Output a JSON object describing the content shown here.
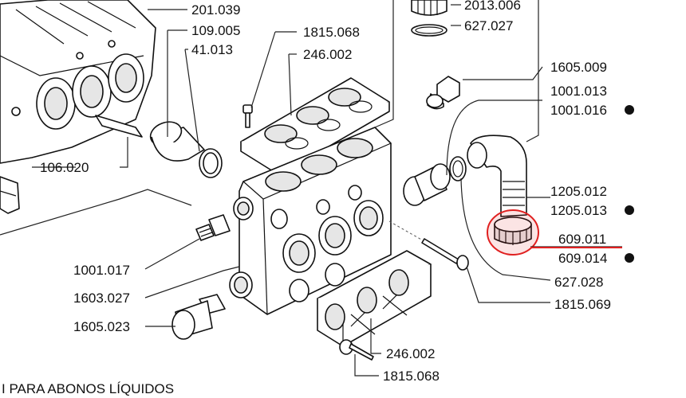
{
  "caption": "I PARA ABONOS LÍQUIDOS",
  "highlight_color": "#e02020",
  "labels": {
    "l201039": "201.039",
    "l109005": "109.005",
    "l41013": "41.013",
    "l1815068a": "1815.068",
    "l246002a": "246.002",
    "l2013006": "2013.006",
    "l627027": "627.027",
    "l1605009": "1605.009",
    "l1001013": "1001.013",
    "l1001016": "1001.016",
    "l106020": "106.020",
    "l1205012": "1205.012",
    "l1205013": "1205.013",
    "l609011": "609.011",
    "l609014": "609.014",
    "l1001017": "1001.017",
    "l627028": "627.028",
    "l1603027": "1603.027",
    "l1815069": "1815.069",
    "l1605023": "1605.023",
    "l246002b": "246.002",
    "l1815068b": "1815.068"
  }
}
